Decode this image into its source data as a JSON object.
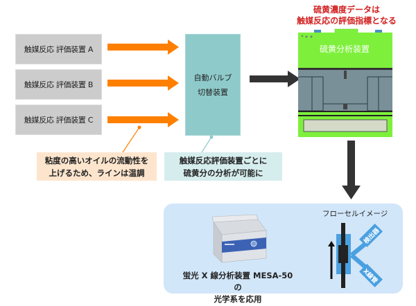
{
  "sources": [
    {
      "label": "触媒反応 評価装置 A"
    },
    {
      "label": "触媒反応 評価装置 B"
    },
    {
      "label": "触媒反応 評価装置 C"
    }
  ],
  "valve": {
    "line1": "自動バルブ",
    "line2": "切替装置"
  },
  "analyzer": {
    "label": "硫黄分析装置",
    "caption_line1": "硫黄濃度データは",
    "caption_line2": "触媒反応の評価指標となる"
  },
  "notes": {
    "temperature": {
      "line1": "粘度の高いオイルの流動性を",
      "line2": "上げるため、ラインは温調"
    },
    "switching": {
      "line1": "触媒反応評価装置ごとに",
      "line2": "硫黄分の分析が可能に"
    }
  },
  "bottom_panel": {
    "instrument_caption_line1": "蛍光 X 線分析装置 MESA-50 の",
    "instrument_caption_line2": "光学系を応用",
    "flowcell_title": "フローセルイメージ",
    "detector_label": "検出器",
    "xray_label": "X線管"
  },
  "colors": {
    "orange_arrow": "#ff8000",
    "dark_arrow": "#333333",
    "analyzer_green": "#7ef03c",
    "valve_teal": "#8fcacb",
    "caption_red": "#d22020",
    "panel_blue": "#d2e6f9",
    "flowcell_blue": "#4aa0e0"
  }
}
